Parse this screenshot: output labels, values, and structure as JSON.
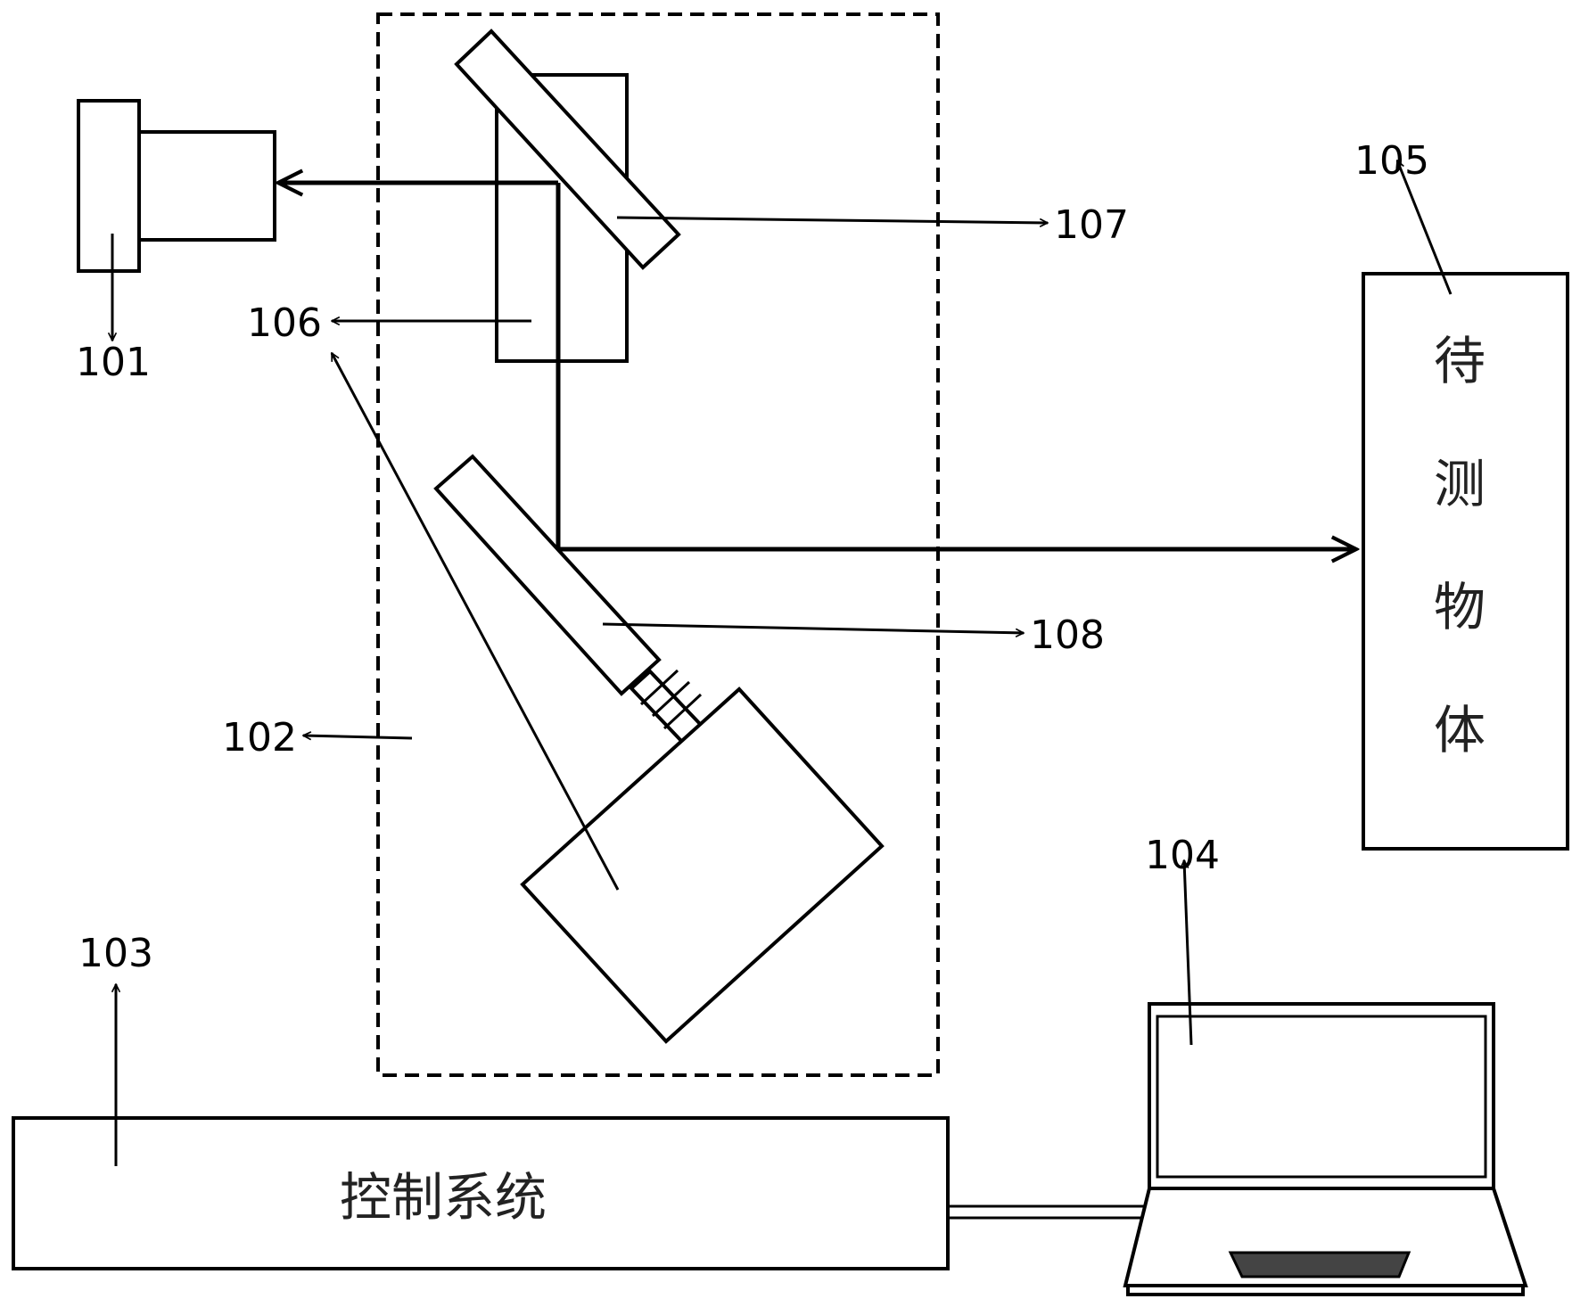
{
  "labels": {
    "l101": "101",
    "l102": "102",
    "l103": "103",
    "l104": "104",
    "l105": "105",
    "l106": "106",
    "l107": "107",
    "l108": "108"
  },
  "object_label": [
    "待",
    "测",
    "物",
    "体"
  ],
  "control_label": "控制系统"
}
